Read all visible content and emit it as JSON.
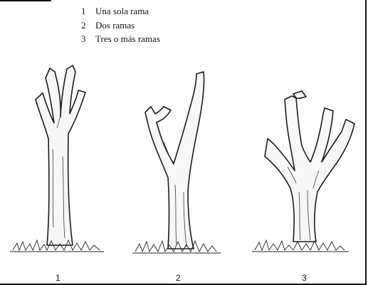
{
  "legend": [
    {
      "number": "1",
      "label": "Una sola rama"
    },
    {
      "number": "2",
      "label": "Dos ramas"
    },
    {
      "number": "3",
      "label": "Tres o más ramas"
    }
  ],
  "figures": [
    {
      "label": "1",
      "icon": "tree-single-branch-icon"
    },
    {
      "label": "2",
      "icon": "tree-two-branches-icon"
    },
    {
      "label": "3",
      "icon": "tree-three-or-more-branches-icon"
    }
  ]
}
